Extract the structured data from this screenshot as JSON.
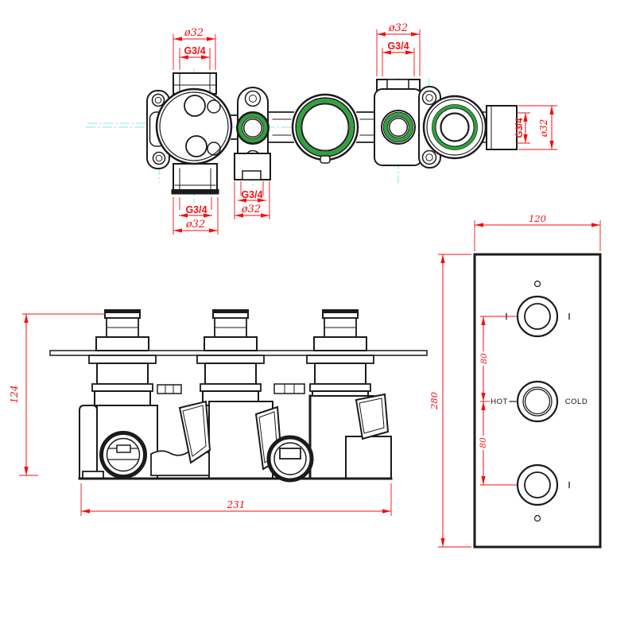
{
  "colors": {
    "dimension_red": "#f30f0f",
    "seal_green": "#2ea23c",
    "centerline_cyan": "#8ce6ec",
    "line_black": "#1b1b1b"
  },
  "top_view": {
    "ports": {
      "top_left": {
        "diameter": "ø32",
        "thread": "G3/4"
      },
      "top_right": {
        "diameter": "ø32",
        "thread": "G3/4"
      },
      "bottom_left": {
        "thread": "G3/4",
        "diameter": "ø32"
      },
      "bottom_middle": {
        "thread": "G3/4",
        "diameter": "ø32"
      },
      "right": {
        "thread": "G3/4",
        "diameter": "ø32"
      }
    }
  },
  "front_view": {
    "height": "124",
    "width": "231"
  },
  "faceplate_view": {
    "width": "120",
    "height": "280",
    "spacing_top": "80",
    "spacing_bottom": "80",
    "hot_label": "HOT",
    "cold_label": "COLD"
  }
}
